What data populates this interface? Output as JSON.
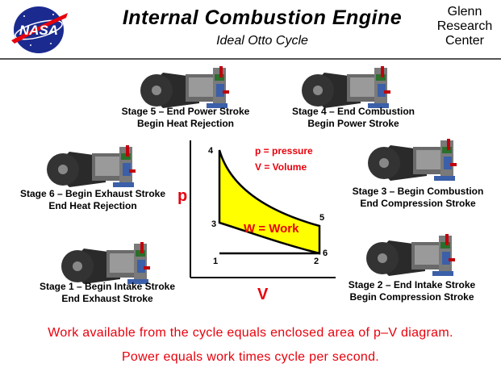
{
  "header": {
    "title": "Internal Combustion Engine",
    "subtitle": "Ideal Otto Cycle",
    "org_line1": "Glenn",
    "org_line2": "Research",
    "org_line3": "Center",
    "logo_text": "NASA"
  },
  "stages": {
    "stage5": {
      "line1": "Stage 5 – End Power Stroke",
      "line2": "Begin Heat Rejection"
    },
    "stage4": {
      "line1": "Stage 4 – End Combustion",
      "line2": "Begin Power Stroke"
    },
    "stage6": {
      "line1": "Stage 6 – Begin Exhaust Stroke",
      "line2": "End Heat Rejection"
    },
    "stage3": {
      "line1": "Stage 3 – Begin Combustion",
      "line2": "End Compression Stroke"
    },
    "stage1": {
      "line1": "Stage 1 – Begin Intake Stroke",
      "line2": "End Exhaust Stroke"
    },
    "stage2": {
      "line1": "Stage 2 – End Intake Stroke",
      "line2": "Begin Compression Stroke"
    }
  },
  "diagram": {
    "y_axis_label": "p",
    "x_axis_label": "V",
    "legend_p": "p = pressure",
    "legend_v": "V = Volume",
    "area_label": "W = Work",
    "points": [
      "1",
      "2",
      "3",
      "4",
      "5",
      "6"
    ],
    "colors": {
      "area": "#ffff00",
      "accent": "#e8000b"
    }
  },
  "footer": {
    "line1": "Work available from the cycle equals enclosed area of p–V diagram.",
    "line2": "Power equals work times cycle per second."
  }
}
